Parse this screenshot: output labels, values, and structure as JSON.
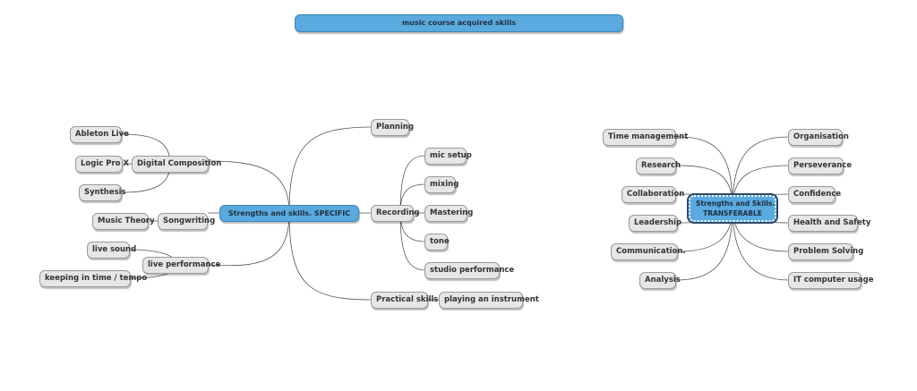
{
  "title": "music course acquired skills",
  "specific": {
    "center": "Strengths and skills. SPECIFIC",
    "planning": "Planning",
    "recording": "Recording",
    "recording_children": [
      "mic setup",
      "mixing",
      "Mastering",
      "tone",
      "studio performance"
    ],
    "practical": "Practical skills",
    "practical_child": "playing an instrument",
    "digital": "Digital Composition",
    "digital_children": [
      "Ableton Live",
      "Logic Pro X",
      "Synthesis"
    ],
    "songwriting": "Songwriting",
    "songwriting_child": "Music Theory",
    "live": "live performance",
    "live_children": [
      "live sound",
      "keeping in time / tempo"
    ]
  },
  "transferable": {
    "center_line1": "Strengths and Skills.",
    "center_line2": "TRANSFERABLE",
    "left": [
      "Time management",
      "Research",
      "Collaboration",
      "Leadership",
      "Communication.",
      "Analysis"
    ],
    "right": [
      "Organisation",
      "Perseverance",
      "Confidence",
      "Health and Safety",
      "Problem Solving",
      "IT computer usage"
    ]
  }
}
